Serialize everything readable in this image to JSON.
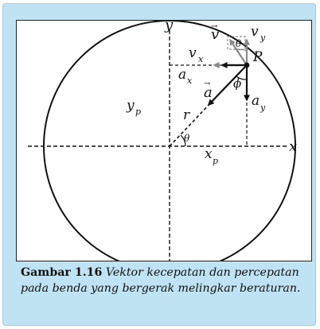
{
  "diagram": {
    "axis_labels": {
      "x": "x",
      "y": "y"
    },
    "point_label": "P",
    "labels": {
      "v_vector": "v",
      "v_vector_arrow": "→",
      "vx": "v",
      "vx_sub": "x",
      "vy": "v",
      "vy_sub": "y",
      "ax": "a",
      "ax_sub": "x",
      "ay": "a",
      "ay_sub": "y",
      "a_vector": "a",
      "a_vector_arrow": "→",
      "yp": "y",
      "yp_sub": "p",
      "xp": "x",
      "xp_sub": "p",
      "r": "r",
      "theta_center": "θ",
      "theta_top": "θ",
      "phi": "ϕ"
    }
  },
  "caption": {
    "label": "Gambar 1.16",
    "text": "Vektor kecepatan dan percepatan pada benda yang bergerak melingkar beraturan."
  }
}
